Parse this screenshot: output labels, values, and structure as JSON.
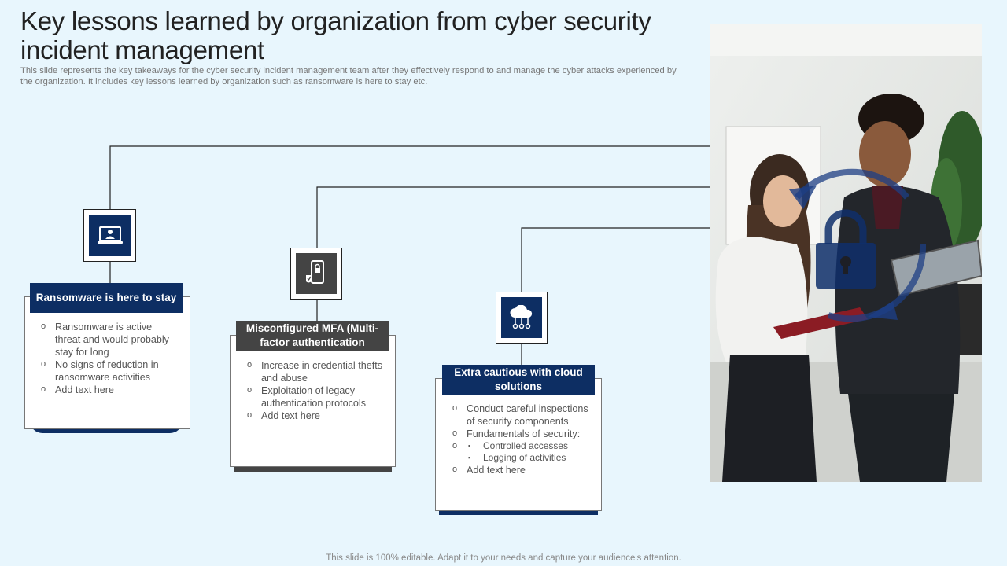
{
  "title": "Key lessons learned by organization from cyber security incident management",
  "subtitle": "This slide represents the key takeaways for the cyber security incident management team after they effectively respond to and manage the cyber attacks experienced by the organization. It includes key lessons learned by organization such as ransomware is here to stay etc.",
  "footer": "This slide is 100% editable. Adapt it to your needs and capture your audience's attention.",
  "colors": {
    "navy": "#0d2e63",
    "dark_gray": "#444444",
    "background": "#e8f6fd"
  },
  "cards": [
    {
      "icon": "laptop-user-icon",
      "header": "Ransomware is here to stay",
      "points": [
        "Ransomware  is active threat and would probably stay for long",
        "No signs of reduction in ransomware  activities",
        "Add text here"
      ]
    },
    {
      "icon": "mobile-lock-icon",
      "header": "Misconfigured MFA (Multi-factor authentication",
      "points": [
        "Increase in credential thefts and abuse",
        "Exploitation of legacy authentication protocols",
        "Add text here"
      ]
    },
    {
      "icon": "cloud-network-icon",
      "header": "Extra cautious with cloud solutions",
      "points": [
        "Conduct careful inspections of security components",
        "Fundamentals of security:",
        "Add text here"
      ],
      "subpoints": [
        "Controlled accesses",
        "Logging of activities"
      ]
    }
  ],
  "photo": {
    "icon": "padlock-icon",
    "description_icon": "refresh-arrows-icon"
  }
}
